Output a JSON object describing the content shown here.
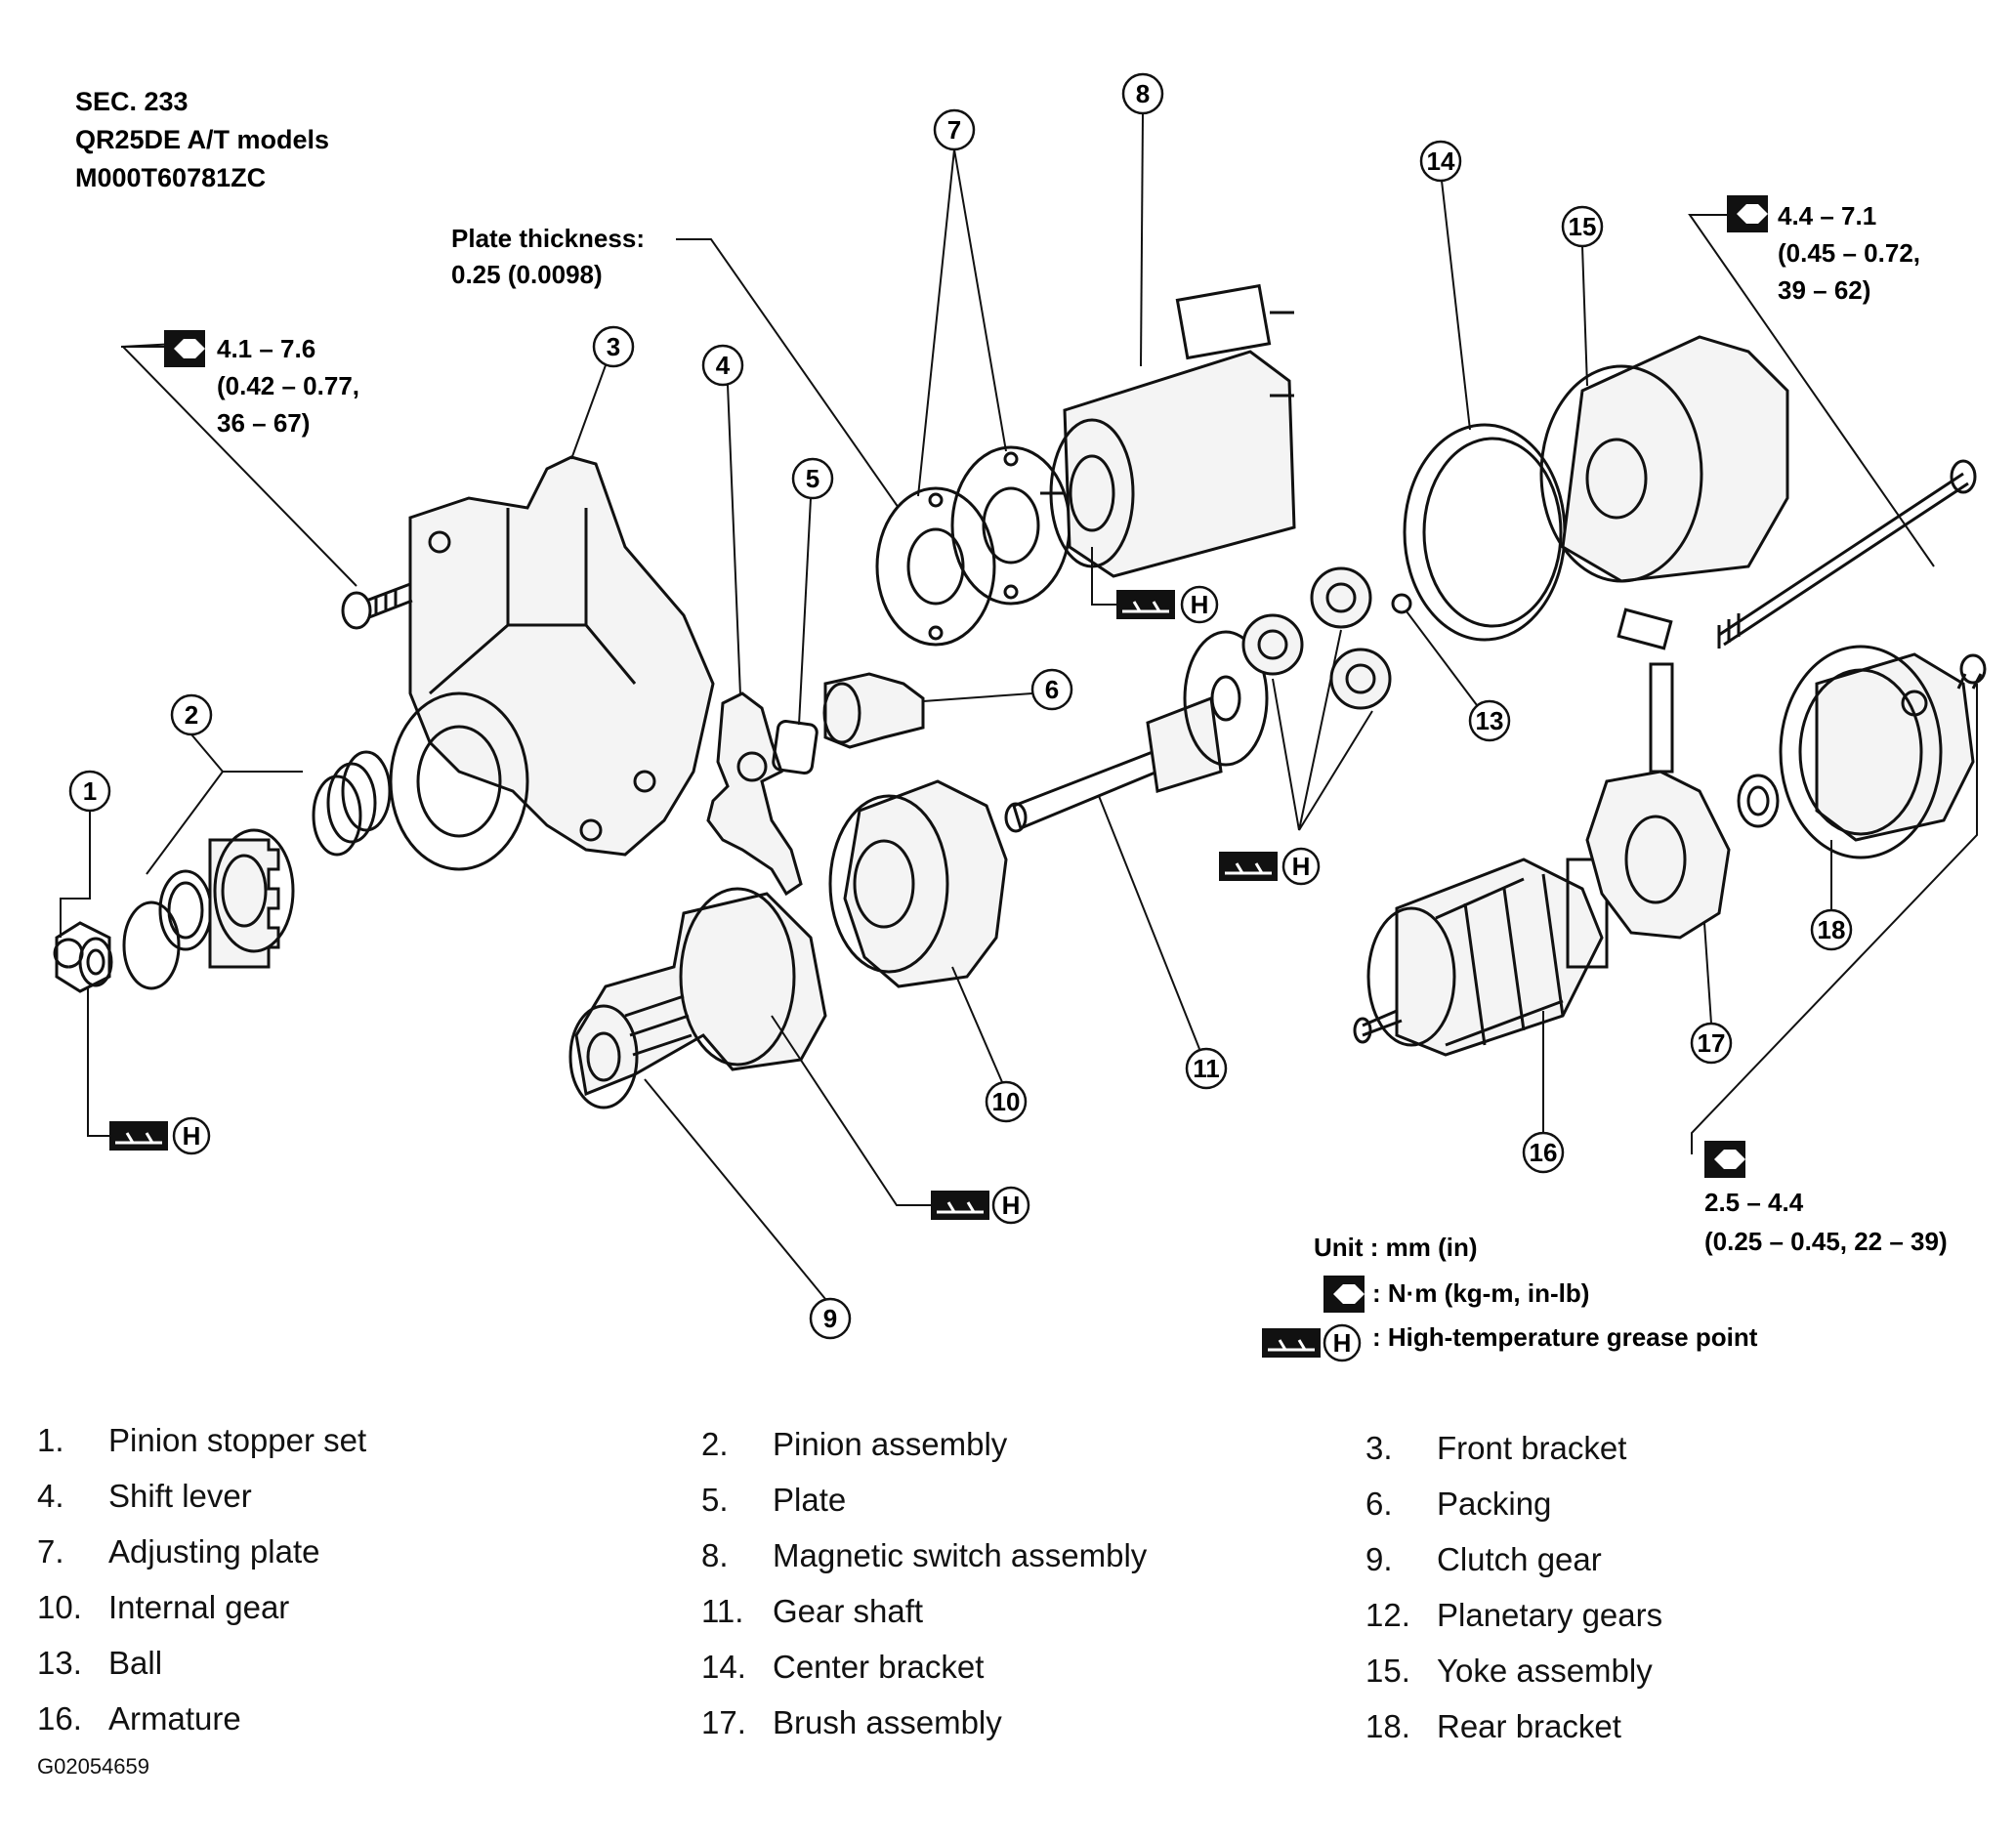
{
  "header": {
    "line1": "SEC. 233",
    "line2": "QR25DE A/T models",
    "line3": "M000T60781ZC"
  },
  "plate_note": {
    "line1": "Plate thickness:",
    "line2": "0.25 (0.0098)"
  },
  "torques": [
    {
      "line1": "4.1 – 7.6",
      "line2": "(0.42 – 0.77,",
      "line3": "36 – 67)"
    },
    {
      "line1": "4.4 – 7.1",
      "line2": "(0.45 – 0.72,",
      "line3": "39 – 62)"
    },
    {
      "line1": "2.5 – 4.4",
      "line2": "(0.25 – 0.45, 22 – 39)"
    }
  ],
  "grease_mark": "H",
  "callouts": [
    "1",
    "2",
    "3",
    "4",
    "5",
    "6",
    "7",
    "8",
    "9",
    "10",
    "11",
    "13",
    "14",
    "15",
    "16",
    "17",
    "18"
  ],
  "legend": {
    "unit": "Unit : mm (in)",
    "torque_unit": ": N·m (kg-m, in-lb)",
    "grease": ": High-temperature grease point"
  },
  "parts_list": [
    {
      "num": "1.",
      "name": "Pinion stopper set"
    },
    {
      "num": "2.",
      "name": "Pinion assembly"
    },
    {
      "num": "3.",
      "name": "Front bracket"
    },
    {
      "num": "4.",
      "name": "Shift lever"
    },
    {
      "num": "5.",
      "name": "Plate"
    },
    {
      "num": "6.",
      "name": "Packing"
    },
    {
      "num": "7.",
      "name": "Adjusting plate"
    },
    {
      "num": "8.",
      "name": "Magnetic switch assembly"
    },
    {
      "num": "9.",
      "name": "Clutch gear"
    },
    {
      "num": "10.",
      "name": "Internal gear"
    },
    {
      "num": "11.",
      "name": "Gear shaft"
    },
    {
      "num": "12.",
      "name": "Planetary gears"
    },
    {
      "num": "13.",
      "name": "Ball"
    },
    {
      "num": "14.",
      "name": "Center bracket"
    },
    {
      "num": "15.",
      "name": "Yoke assembly"
    },
    {
      "num": "16.",
      "name": "Armature"
    },
    {
      "num": "17.",
      "name": "Brush assembly"
    },
    {
      "num": "18.",
      "name": "Rear bracket"
    }
  ],
  "doc_id": "G02054659"
}
